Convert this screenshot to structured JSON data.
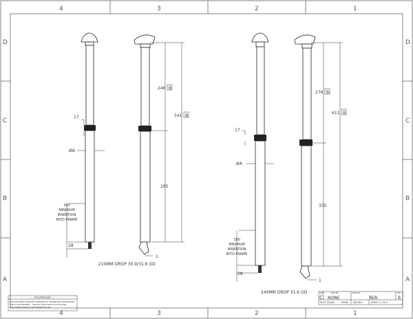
{
  "zones": {
    "columns": [
      "4",
      "3",
      "2",
      "1"
    ],
    "rows": [
      "D",
      "C",
      "B",
      "A"
    ]
  },
  "views": [
    {
      "caption": "210MM DROP  30.9/31.6 OD",
      "dims": {
        "collar": "17",
        "diameter": "ØA",
        "insertion": [
          "100",
          "MINIMUM",
          "INSERTION",
          "INTO FRAME"
        ],
        "bottom": "28",
        "lever": "1",
        "upper": "246",
        "overall": "541",
        "lower": "295",
        "datum": "B"
      }
    },
    {
      "caption": "240MM DROP  31.6 OD",
      "dims": {
        "collar": "17",
        "diameter": "ØA",
        "insertion": [
          "100",
          "MINIMUM",
          "INSERTION",
          "INTO FRAME"
        ],
        "bottom": "28",
        "lever": "1",
        "upper": "276",
        "overall": "611",
        "lower": "335",
        "datum": "B"
      }
    }
  ],
  "proprietary": {
    "title": "--- PROPRIETARY ---",
    "lines": [
      "THIS DOCUMENT CONTAINS CONFIDENTIAL, PROPRIETARY INFORMATION",
      "THAT IS THE PROPERTY... AND NOT DISCLOSED OR DUPLICATED",
      "FOR OTHERS EXCEPT AS AUTHORIZED BY THE"
    ]
  },
  "title_block": {
    "size_label": "SIZE",
    "size": "C",
    "cage_label": "CAGE NO",
    "cage": "NONE",
    "dwg_label": "DWG NO",
    "dwg": "N/A",
    "rev_label": "REV",
    "rev": "B",
    "plot_scale": "PLOT SCALE",
    "scale": "NONE",
    "units": "INCHES",
    "sheet": "SHEET  2 OF 4"
  }
}
